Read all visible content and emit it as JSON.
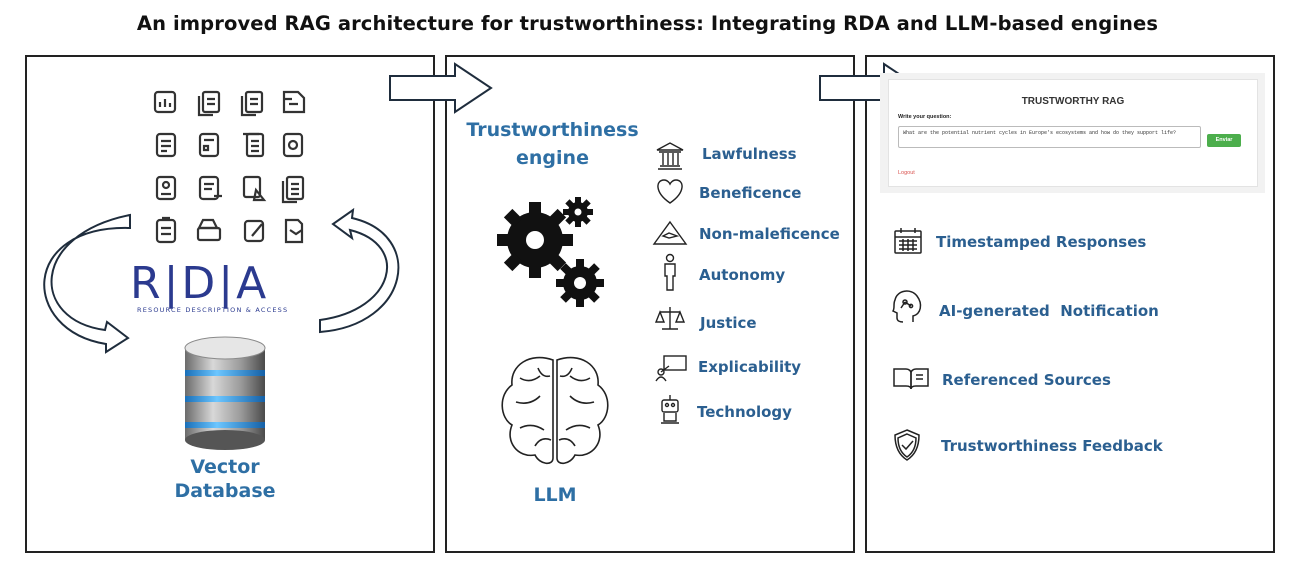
{
  "title": "An improved RAG architecture for trustworthiness: Integrating RDA and LLM-based engines",
  "left_panel": {
    "rda_letters": "R|D|A",
    "rda_subtitle": "RESOURCE DESCRIPTION & ACCESS",
    "vector_db_line1": "Vector",
    "vector_db_line2": "Database"
  },
  "middle_panel": {
    "engine_line1": "Trustworthiness",
    "engine_line2": "engine",
    "llm_label": "LLM",
    "principles": [
      {
        "label": "Lawfulness",
        "icon": "courthouse-icon"
      },
      {
        "label": "Beneficence",
        "icon": "heart-icon"
      },
      {
        "label": "Non-maleficence",
        "icon": "warning-triangle-icon"
      },
      {
        "label": "Autonomy",
        "icon": "person-icon"
      },
      {
        "label": "Justice",
        "icon": "scales-icon"
      },
      {
        "label": "Explicability",
        "icon": "presentation-icon"
      },
      {
        "label": "Technology",
        "icon": "robot-icon"
      }
    ]
  },
  "right_panel": {
    "app": {
      "title": "TRUSTWORTHY RAG",
      "question_label": "Write your question:",
      "question_value": "What are the potential nutrient cycles in Europe's ecosystems and how do they support life?",
      "send_button": "Enviar",
      "logout_link": "Logout"
    },
    "features": [
      {
        "label": "Timestamped Responses",
        "icon": "calendar-icon"
      },
      {
        "label": "AI-generated  Notification",
        "icon": "ai-head-icon"
      },
      {
        "label": "Referenced Sources",
        "icon": "book-icon"
      },
      {
        "label": "Trustworthiness Feedback",
        "icon": "shield-check-icon"
      }
    ]
  },
  "colors": {
    "label_blue": "#2e6fa4",
    "rda_navy": "#2b3a8f",
    "db_blue": "#3fa0e0",
    "button_green": "#4cae4c"
  }
}
